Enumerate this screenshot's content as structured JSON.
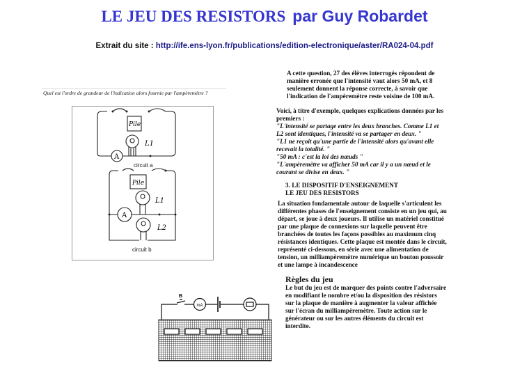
{
  "header": {
    "title_serif": "LE JEU DES RESISTORS",
    "title_author": "par Guy Robardet"
  },
  "source": {
    "label": "Extrait du site :",
    "url": "http://ife.ens-lyon.fr/publications/edition-electronique/aster/RA024-04.pdf"
  },
  "question": "Quel est l'ordre de grandeur de l'indication alors fournie par l'ampèremètre ?",
  "figure": {
    "circuit_a": "circuit a",
    "circuit_b": "circuit b",
    "pile": "Pile",
    "l1": "L1",
    "l2": "L2",
    "ammeter": "A"
  },
  "paragraph1": "A cette question, 27 des élèves interrogés répondent de manière erronée que l'intensité vaut alors 50 mA, et 8 seulement donnent la réponse correcte, à savoir que l'indication de l'ampèremètre reste voisine de 100 mA.",
  "paragraph2_intro": "Voici, à titre d'exemple, quelques explications données par les premiers :",
  "quotes": [
    "\"L'intensité se partage entre les deux branches. Comme L1 et L2 sont identiques, l'intensité va se partager en deux. \"",
    "\"L1 ne reçoit qu'une partie de l'intensité alors qu'avant elle recevait la totalité. \"",
    "\"50 mA : c'est la loi des nœuds \"",
    "\"L'ampèremètre va afficher 50 mA car il y a un nœud et le courant se divise en deux. \""
  ],
  "section": {
    "line1": "3. LE DISPOSITIF D'ENSEIGNEMENT",
    "line2": "LE JEU DES RESISTORS"
  },
  "paragraph3": "La situation fondamentale autour de laquelle s'articulent les différentes phases de l'enseignement consiste en un jeu qui, au départ, se joue à deux joueurs. Il utilise un matériel constitué par une plaque de connexions sur laquelle peuvent être branchées de toutes les façons possibles au maximum cinq résistances identiques. Cette plaque est montée dans le circuit, représenté ci-dessous, en série avec une alimentation de tension, un milliampèremètre numérique un bouton poussoir et une lampe à incandescence",
  "rules": {
    "title": "Règles du jeu",
    "text": "Le but du jeu est de marquer des points contre l'adversaire en modifiant le nombre et/ou la disposition des résistors sur la plaque de manière à augmenter la valeur affichée sur l'écran du milliampèremètre. Toute action sur le générateur ou sur les autres éléments du circuit est interdite."
  },
  "board_diagram": {
    "button": "B",
    "meter": "mA"
  }
}
